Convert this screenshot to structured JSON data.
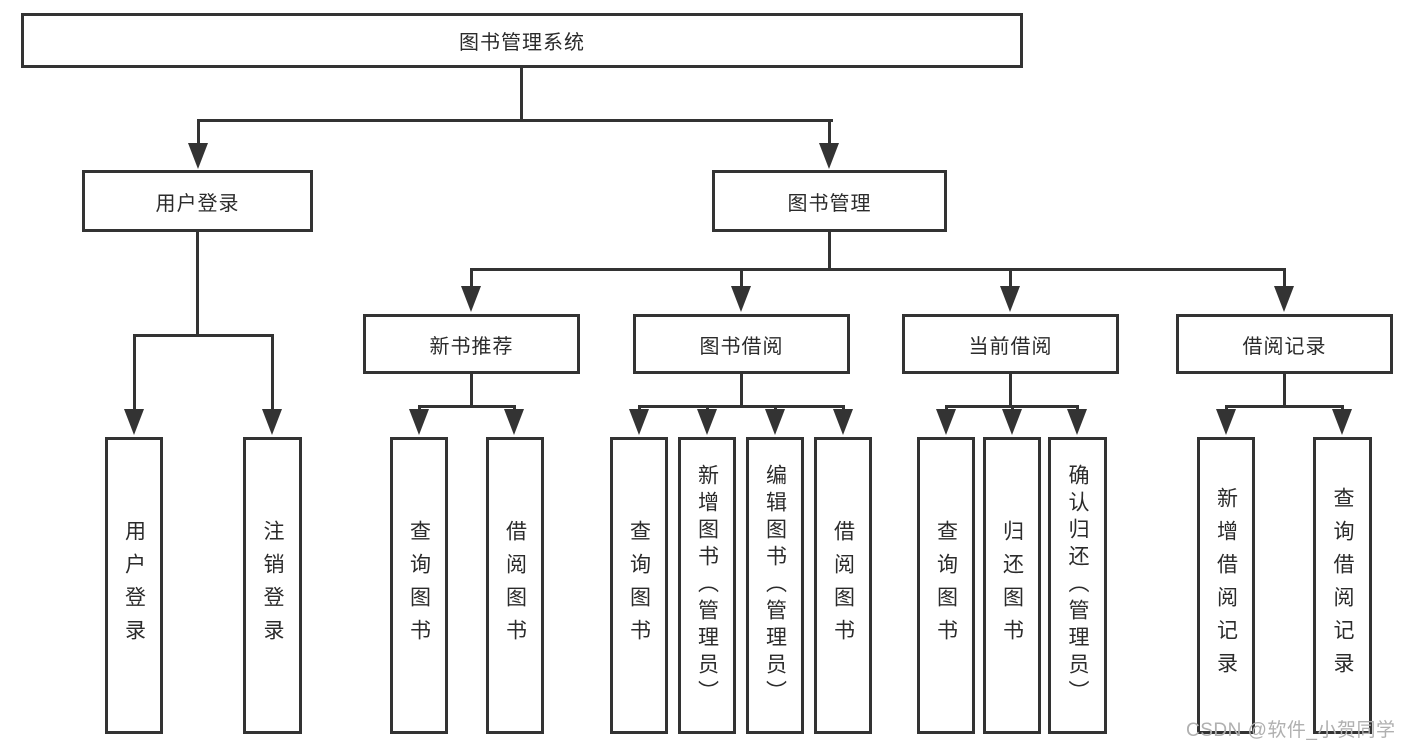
{
  "title": "图书管理系统",
  "tree": {
    "root": {
      "label": "图书管理系统",
      "children": [
        {
          "label": "用户登录",
          "children": [
            {
              "label": "用户登录"
            },
            {
              "label": "注销登录"
            }
          ]
        },
        {
          "label": "图书管理",
          "children": [
            {
              "label": "新书推荐",
              "children": [
                {
                  "label": "查询图书"
                },
                {
                  "label": "借阅图书"
                }
              ]
            },
            {
              "label": "图书借阅",
              "children": [
                {
                  "label": "查询图书"
                },
                {
                  "label": "新增图书（管理员）"
                },
                {
                  "label": "编辑图书（管理员）"
                },
                {
                  "label": "借阅图书"
                }
              ]
            },
            {
              "label": "当前借阅",
              "children": [
                {
                  "label": "查询图书"
                },
                {
                  "label": "归还图书"
                },
                {
                  "label": "确认归还（管理员）"
                }
              ]
            },
            {
              "label": "借阅记录",
              "children": [
                {
                  "label": "新增借阅记录"
                },
                {
                  "label": "查询借阅记录"
                }
              ]
            }
          ]
        }
      ]
    }
  },
  "watermark": "CSDN @软件_小贺同学",
  "colors": {
    "line": "#333333",
    "text": "#2b2b2b",
    "watermark": "#b0b0b0",
    "background": "#ffffff"
  }
}
